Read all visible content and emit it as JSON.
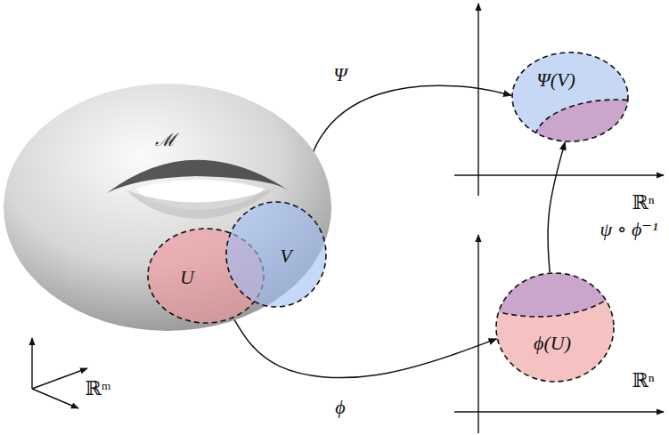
{
  "diagram": {
    "nodes": [
      {
        "text": [
          "ℳ"
        ]
      },
      {
        "text": [
          "U"
        ],
        "in": 0
      },
      {
        "text": [
          "V"
        ],
        "in": 0
      },
      {
        "text": [
          "Ψ(V)"
        ]
      },
      {
        "text": [
          "ϕ(U)"
        ]
      }
    ],
    "edges": [
      {
        "from": 2,
        "to": 3,
        "label": "Ψ",
        "arrow": "to"
      },
      {
        "from": 1,
        "to": 4,
        "label": "ϕ",
        "arrow": "to"
      },
      {
        "from": 4,
        "to": 3,
        "label": "ψ ∘ ϕ⁻¹",
        "arrow": "to"
      }
    ],
    "labels": [
      "ℝⁿ",
      "ℝⁿ",
      "ℝᵐ"
    ]
  }
}
